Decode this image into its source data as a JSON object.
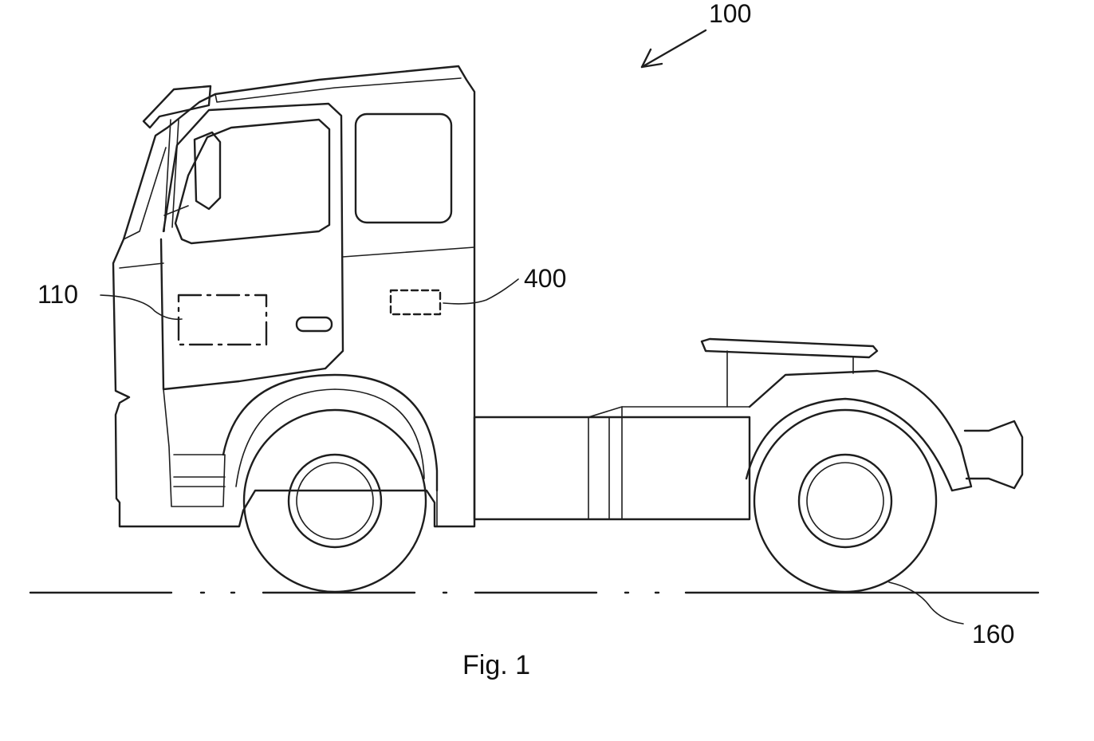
{
  "figure": {
    "caption": "Fig. 1",
    "labels": {
      "vehicle": "100",
      "first_unit": "110",
      "second_unit": "400",
      "wheel": "160"
    }
  }
}
